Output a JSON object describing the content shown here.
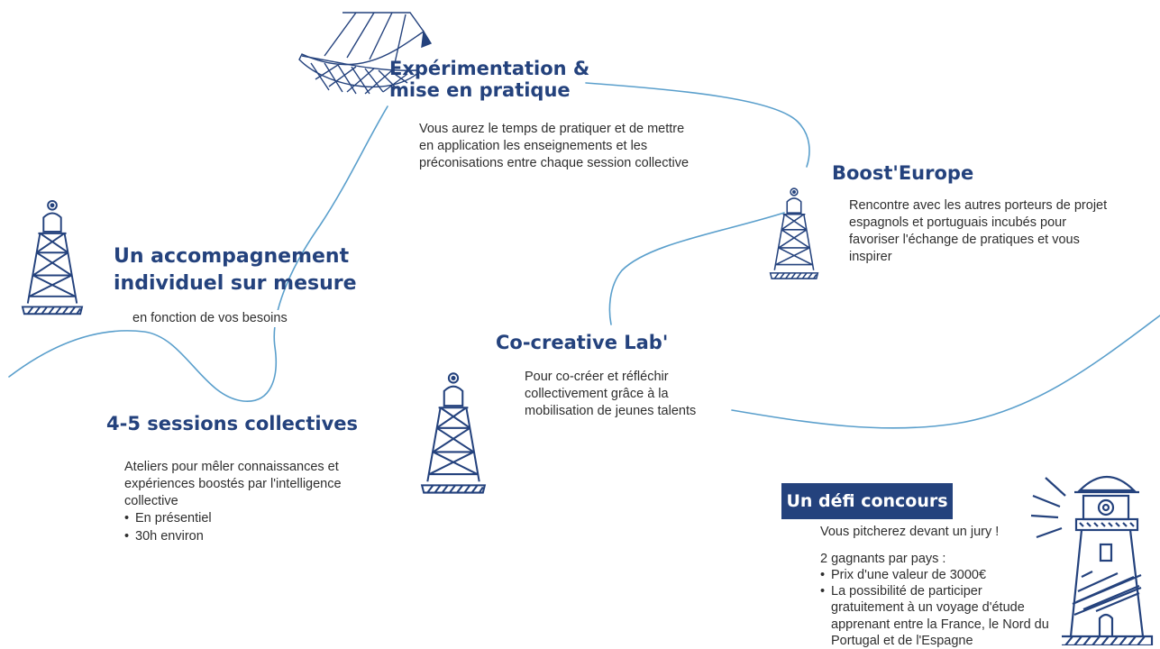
{
  "colors": {
    "navy": "#24427d",
    "line": "#5a9fcc",
    "text": "#2e2e2e",
    "banner_text": "#ffffff"
  },
  "icons": [
    "net-icon",
    "lighthouse-tower-icon",
    "lighthouse-icon"
  ],
  "sections": {
    "experimentation": {
      "title_line1": "Expérimentation &",
      "title_line2": "mise en pratique",
      "description": "Vous aurez le temps de pratiquer et de mettre en application les enseignements et les préconisations entre chaque session collective"
    },
    "boost_europe": {
      "title": "Boost'Europe",
      "description": "Rencontre avec les autres porteurs de projet espagnols et portuguais incubés pour favoriser l'échange de pratiques et vous inspirer"
    },
    "accompagnement": {
      "title_line1": "Un accompagnement",
      "title_line2": "individuel sur mesure",
      "description": "en fonction de vos besoins"
    },
    "co_creative": {
      "title": "Co-creative Lab'",
      "description": "Pour co-créer et réfléchir collectivement grâce à la mobilisation de jeunes talents"
    },
    "sessions": {
      "title": "4-5 sessions collectives",
      "description": "Ateliers pour mêler connaissances et expériences boostés par l'intelligence collective",
      "bullets": [
        "En présentiel",
        "30h environ"
      ]
    },
    "defi": {
      "title": "Un défi concours",
      "intro": "Vous pitcherez devant un jury !",
      "winners": "2 gagnants par pays :",
      "bullets": [
        "Prix d'une valeur de 3000€",
        "La possibilité de participer gratuitement à un voyage d'étude apprenant entre la France, le Nord du Portugal et de l'Espagne"
      ]
    }
  }
}
